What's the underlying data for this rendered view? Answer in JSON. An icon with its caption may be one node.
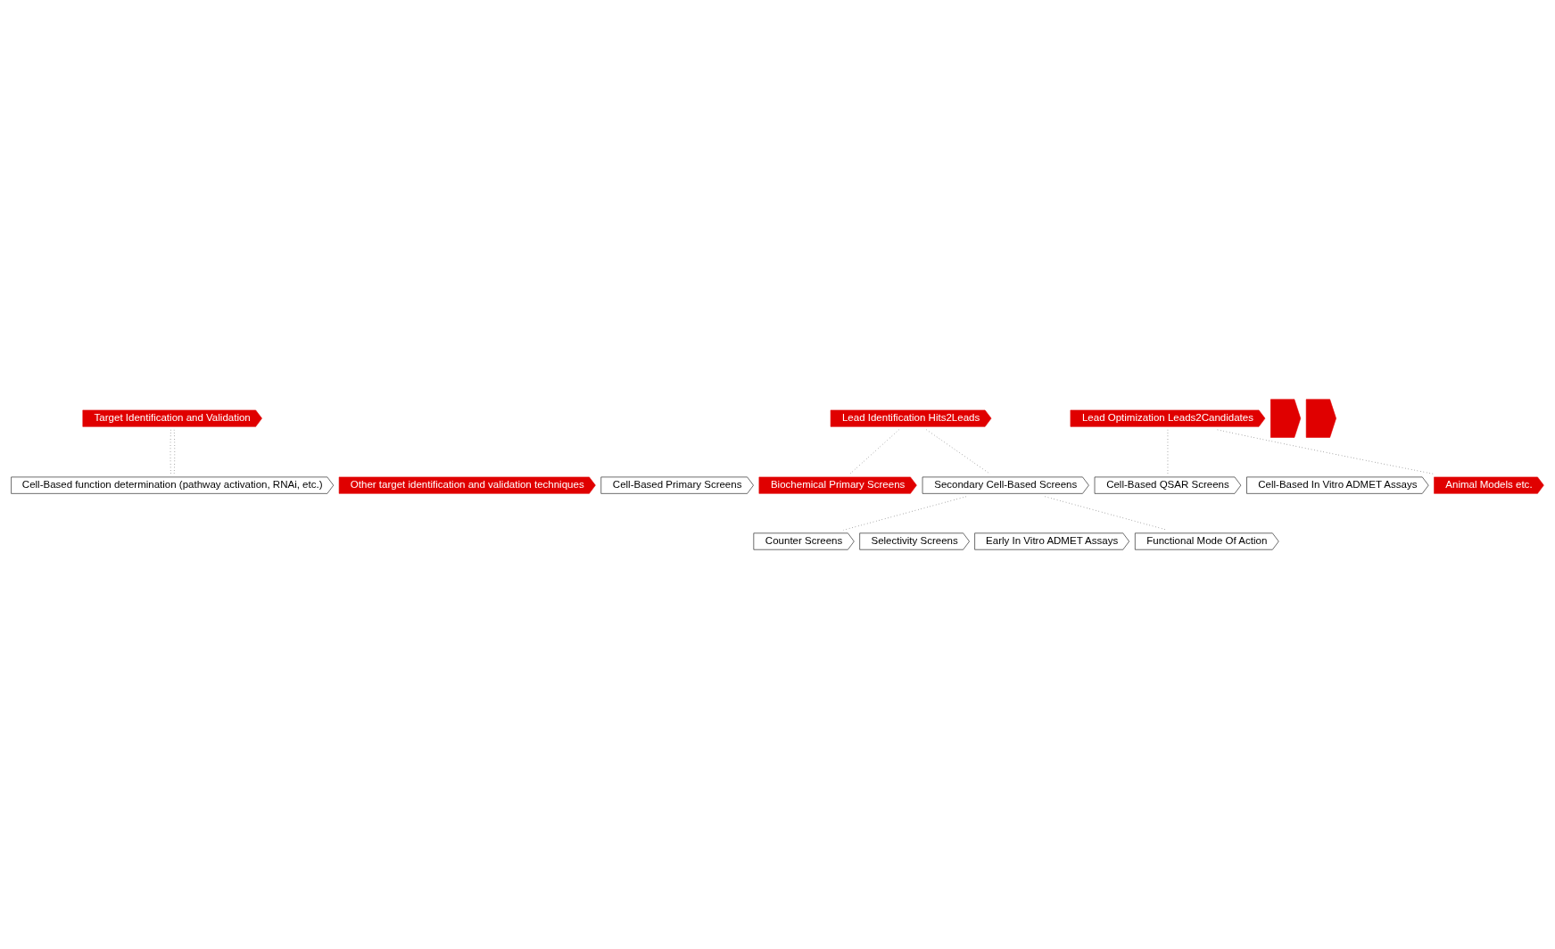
{
  "diagram": {
    "nodes": [
      {
        "text": [
          "Counter Screens"
        ]
      },
      {
        "text": [
          "Selectivity Screens"
        ]
      },
      {
        "text": [
          "Early In Vitro ADMET Assays"
        ]
      },
      {
        "text": [
          "Functional Mode Of Action"
        ]
      },
      {
        "text": [
          "Cell-Based Primary Screens"
        ]
      },
      {
        "text": [
          "Biochemical Primary Screens"
        ]
      },
      {
        "text": [
          "Secondary Cell-Based Screens"
        ]
      },
      {
        "text": [
          "Target Identification and Validation"
        ]
      },
      {
        "text": [
          "Lead Identification Hits2Leads"
        ]
      },
      {
        "text": [
          "Lead Optimization Leads2Candidates"
        ]
      },
      {
        "text": [],
        "shape": "chevron"
      },
      {
        "text": [],
        "shape": "chevron"
      },
      {
        "text": [
          "Cell-Based function determination (pathway activation, RNAi, etc.)"
        ]
      },
      {
        "text": [
          "Other target identification and validation techniques"
        ]
      },
      {
        "text": [
          "Cell-Based QSAR Screens"
        ]
      },
      {
        "text": [
          "Cell-Based In Vitro ADMET Assays"
        ]
      },
      {
        "text": [
          "Animal Models etc."
        ]
      }
    ],
    "edges": [
      {
        "from": 6,
        "to": 0,
        "arrow": "none",
        "style": "dashed"
      },
      {
        "from": 6,
        "to": 3,
        "arrow": "none",
        "style": "dashed"
      },
      {
        "from": 8,
        "to": 5,
        "arrow": "none",
        "style": "dashed"
      },
      {
        "from": 8,
        "to": 6,
        "arrow": "none",
        "style": "dashed"
      },
      {
        "from": 7,
        "to": 12,
        "arrow": "none",
        "style": "dashed"
      },
      {
        "from": 7,
        "to": 12,
        "arrow": "none",
        "style": "dashed"
      },
      {
        "from": 9,
        "to": 14,
        "arrow": "none",
        "style": "dashed"
      },
      {
        "from": 9,
        "to": 16,
        "arrow": "none",
        "style": "dashed"
      }
    ]
  }
}
